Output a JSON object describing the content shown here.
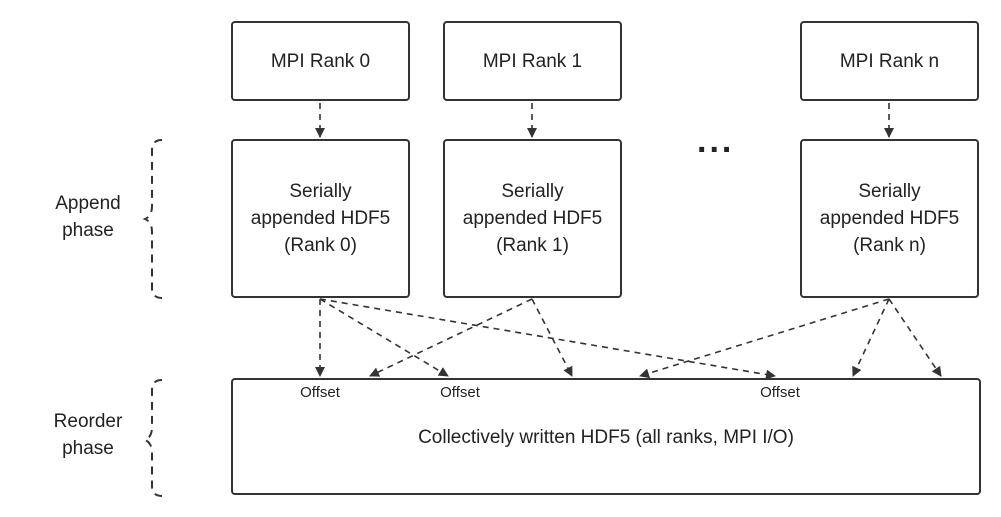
{
  "ranks": [
    {
      "label": "MPI Rank 0",
      "hdf_text": "Serially\nappended HDF5\n(Rank 0)"
    },
    {
      "label": "MPI Rank 1",
      "hdf_text": "Serially\nappended HDF5\n(Rank 1)"
    },
    {
      "label": "MPI Rank n",
      "hdf_text": "Serially\nappended HDF5\n(Rank n)"
    }
  ],
  "ellipsis": "...",
  "phases": {
    "append": "Append\nphase",
    "reorder": "Reorder\nphase"
  },
  "offsets": [
    "Offset",
    "Offset",
    "Offset"
  ],
  "collective_text": "Collectively written HDF5 (all ranks, MPI I/O)"
}
